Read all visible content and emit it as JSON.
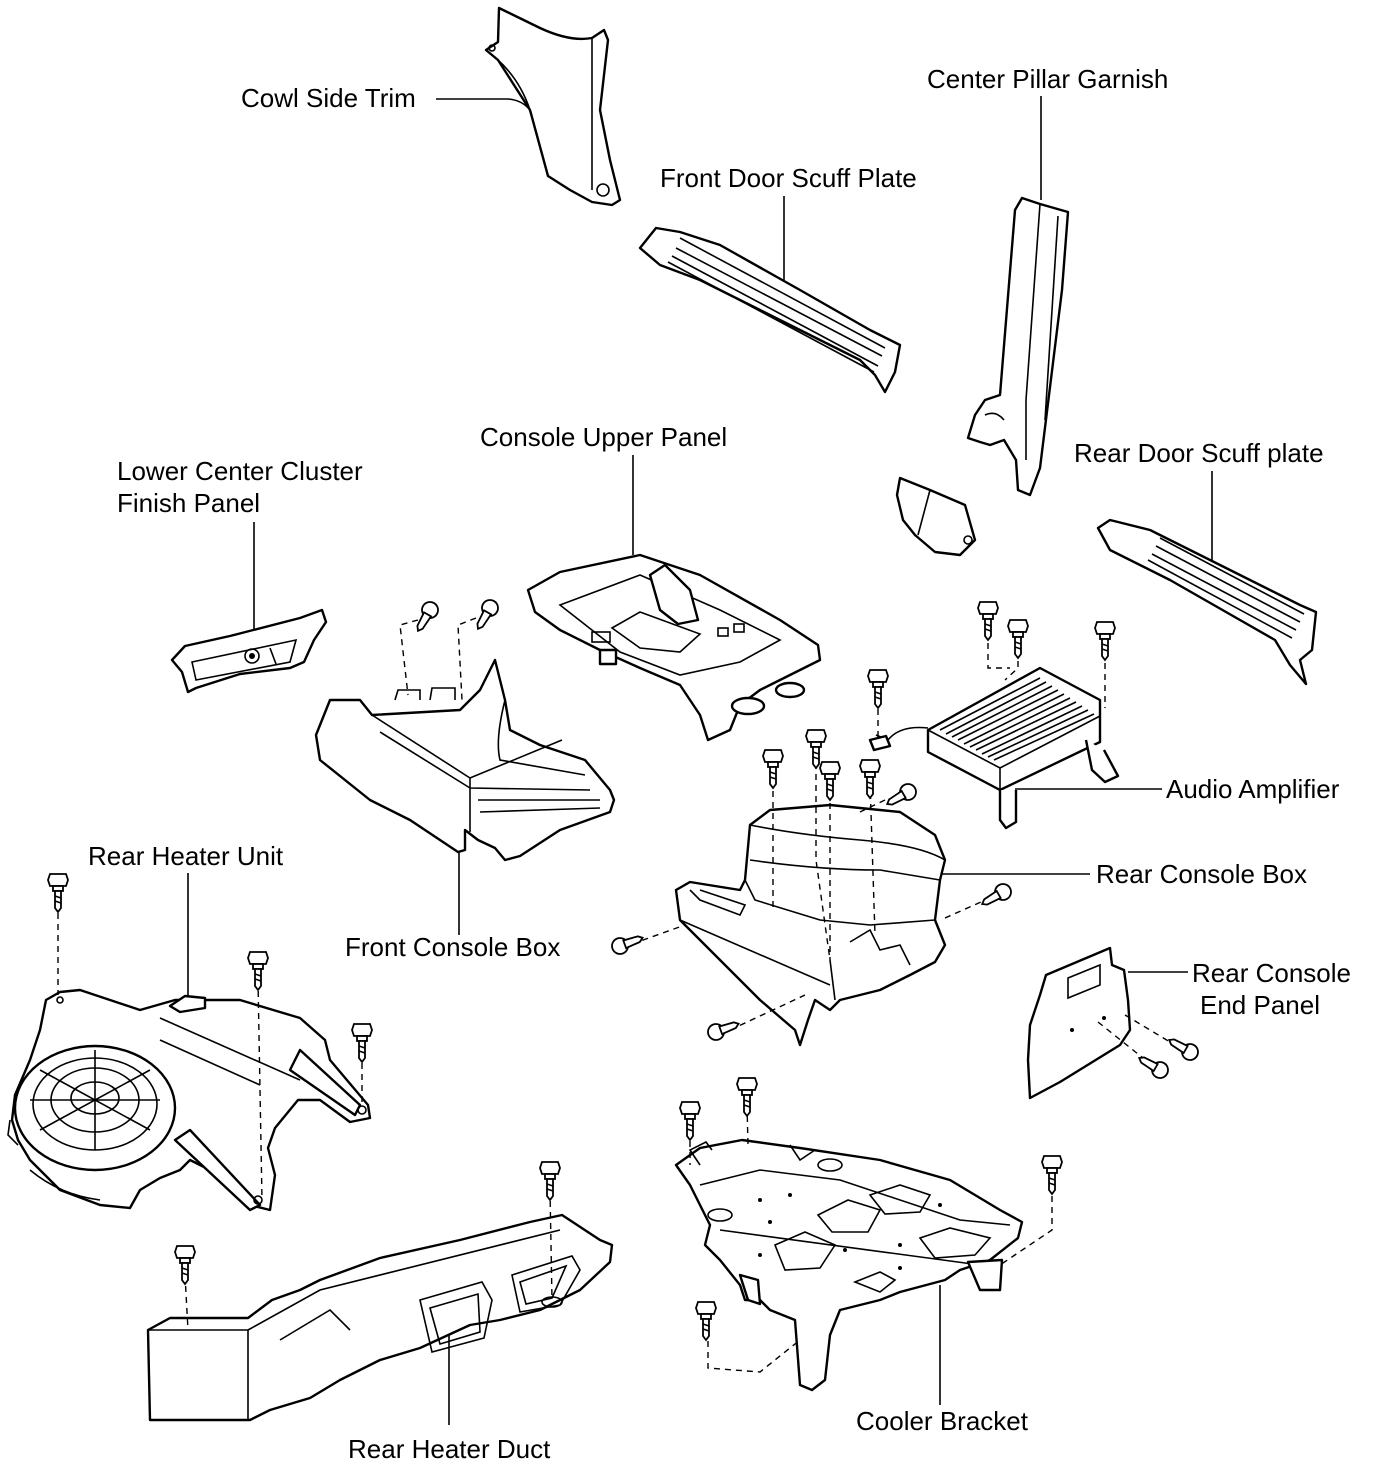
{
  "labels": {
    "cowl_side_trim": "Cowl Side Trim",
    "center_pillar_garnish": "Center Pillar Garnish",
    "front_door_scuff_plate": "Front Door Scuff Plate",
    "console_upper_panel": "Console Upper Panel",
    "rear_door_scuff_plate": "Rear Door Scuff plate",
    "lower_center_cluster_line1": "Lower Center Cluster",
    "lower_center_cluster_line2": "Finish Panel",
    "audio_amplifier": "Audio Amplifier",
    "rear_heater_unit": "Rear Heater Unit",
    "rear_console_box": "Rear Console Box",
    "front_console_box": "Front Console Box",
    "rear_console_end_line1": "Rear Console",
    "rear_console_end_line2": "End Panel",
    "rear_heater_duct": "Rear Heater Duct",
    "cooler_bracket": "Cooler Bracket"
  }
}
